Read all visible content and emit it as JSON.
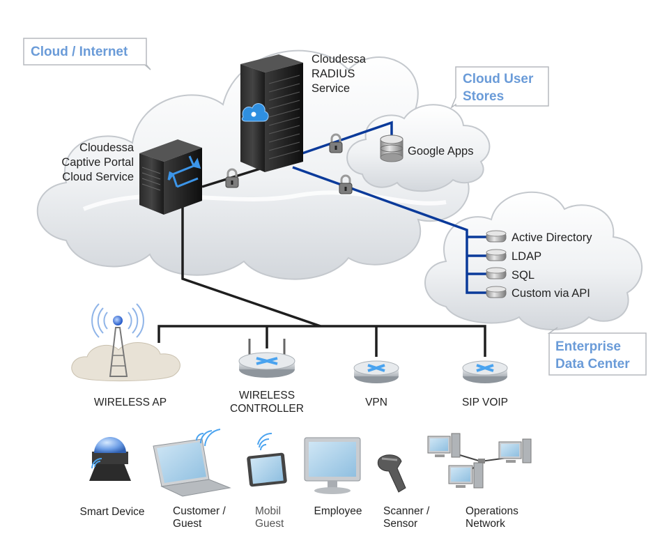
{
  "callouts": {
    "cloud_internet": "Cloud / Internet",
    "cloud_user_stores": [
      "Cloud User",
      "Stores"
    ],
    "enterprise_data_center": [
      "Enterprise",
      "Data Center"
    ]
  },
  "services": {
    "radius": [
      "Cloudessa",
      "RADIUS",
      "Service"
    ],
    "captive_portal": [
      "Cloudessa",
      "Captive Portal",
      "Cloud Service"
    ]
  },
  "cloud_user_stores": {
    "google_apps": "Google Apps"
  },
  "enterprise_stores": [
    "Active Directory",
    "LDAP",
    "SQL",
    "Custom via API"
  ],
  "network_devices": {
    "wireless_ap": "WIRELESS AP",
    "wireless_controller": [
      "WIRELESS",
      "CONTROLLER"
    ],
    "vpn": "VPN",
    "sip_voip": "SIP VOIP"
  },
  "endpoints": {
    "smart_device": "Smart Device",
    "customer_guest": [
      "Customer /",
      "Guest"
    ],
    "mobil_guest": [
      "Mobil",
      "Guest"
    ],
    "employee": "Employee",
    "scanner_sensor": [
      "Scanner /",
      "Sensor"
    ],
    "operations_network": [
      "Operations",
      "Network"
    ]
  },
  "colors": {
    "secure_link": "#0a3a9a",
    "network_line": "#1e1e1e",
    "callout_text": "#6a9bd8",
    "server_body": "#1b1b1b"
  },
  "icons": [
    "padlock-icon",
    "database-icon",
    "server-icon",
    "router-icon",
    "antenna-icon"
  ]
}
